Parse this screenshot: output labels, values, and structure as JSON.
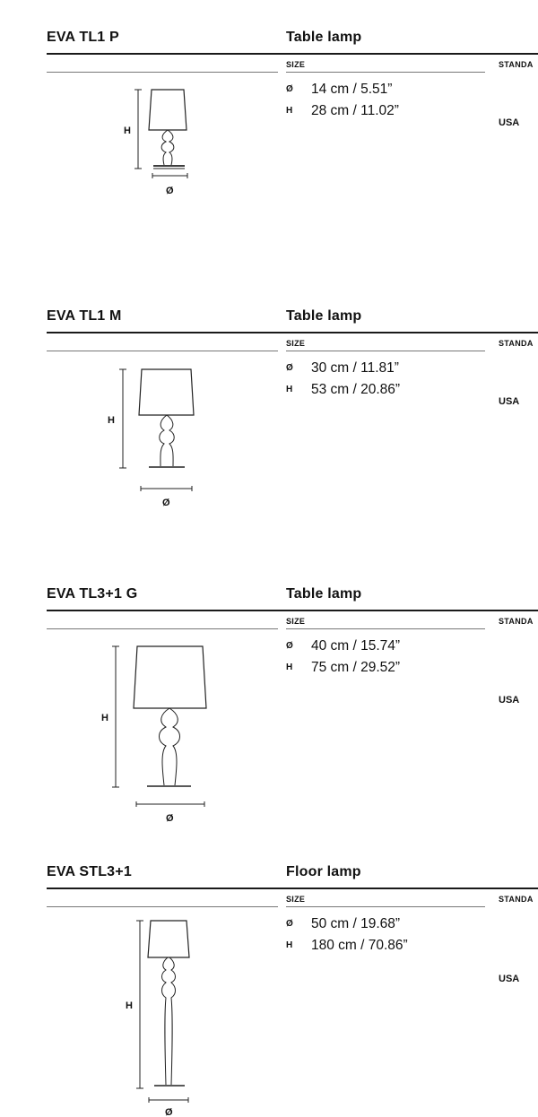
{
  "table_headers": {
    "size": "SIZE",
    "standard": "STANDA"
  },
  "dimension_labels": {
    "height": "H",
    "diameter": "Ø"
  },
  "spec_symbols": {
    "diameter": "Ø",
    "height": "H"
  },
  "products": [
    {
      "name": "EVA TL1 P",
      "type": "Table lamp",
      "diameter": "14 cm / 5.51”",
      "height": "28 cm / 11.02”",
      "standard": "USA"
    },
    {
      "name": "EVA TL1 M",
      "type": "Table lamp",
      "diameter": "30 cm / 11.81”",
      "height": "53 cm / 20.86”",
      "standard": "USA"
    },
    {
      "name": "EVA TL3+1 G",
      "type": "Table lamp",
      "diameter": "40 cm / 15.74”",
      "height": "75 cm / 29.52”",
      "standard": "USA"
    },
    {
      "name": "EVA STL3+1",
      "type": "Floor lamp",
      "diameter": "50 cm / 19.68”",
      "height": "180 cm / 70.86”",
      "standard": "USA"
    }
  ]
}
